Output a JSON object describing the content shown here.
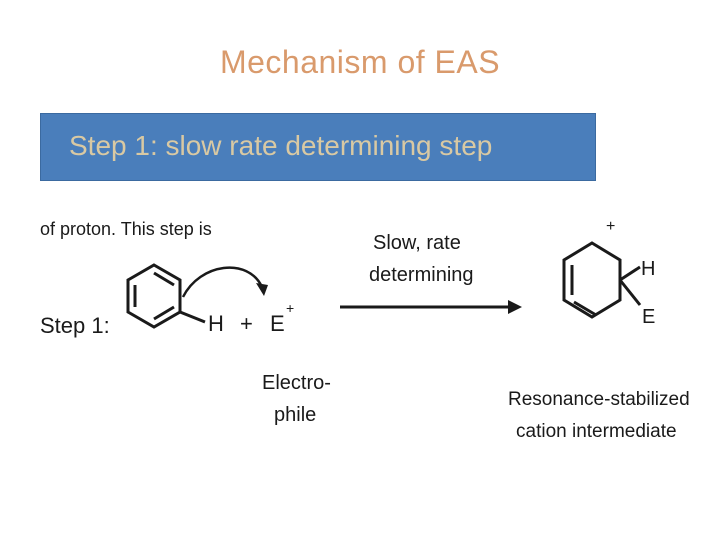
{
  "slide": {
    "title": "Mechanism of EAS",
    "step_banner": "Step 1: slow rate determining step"
  },
  "scheme": {
    "cutoff_text": "of proton. This step is",
    "step_label": "Step 1:",
    "h_atom": "H",
    "plus_sign": "+",
    "electrophile_symbol": "E",
    "charge": "+",
    "arrow_label_line1": "Slow, rate",
    "arrow_label_line2": "determining",
    "electrophile_label_line1": "Electro-",
    "electrophile_label_line2": "phile",
    "product_h": "H",
    "product_e": "E",
    "product_label_line1": "Resonance-stabilized",
    "product_label_line2": "cation intermediate"
  },
  "colors": {
    "title": "#d99a6c",
    "banner_bg": "#4a7ebb",
    "banner_text": "#d9c9a3"
  }
}
